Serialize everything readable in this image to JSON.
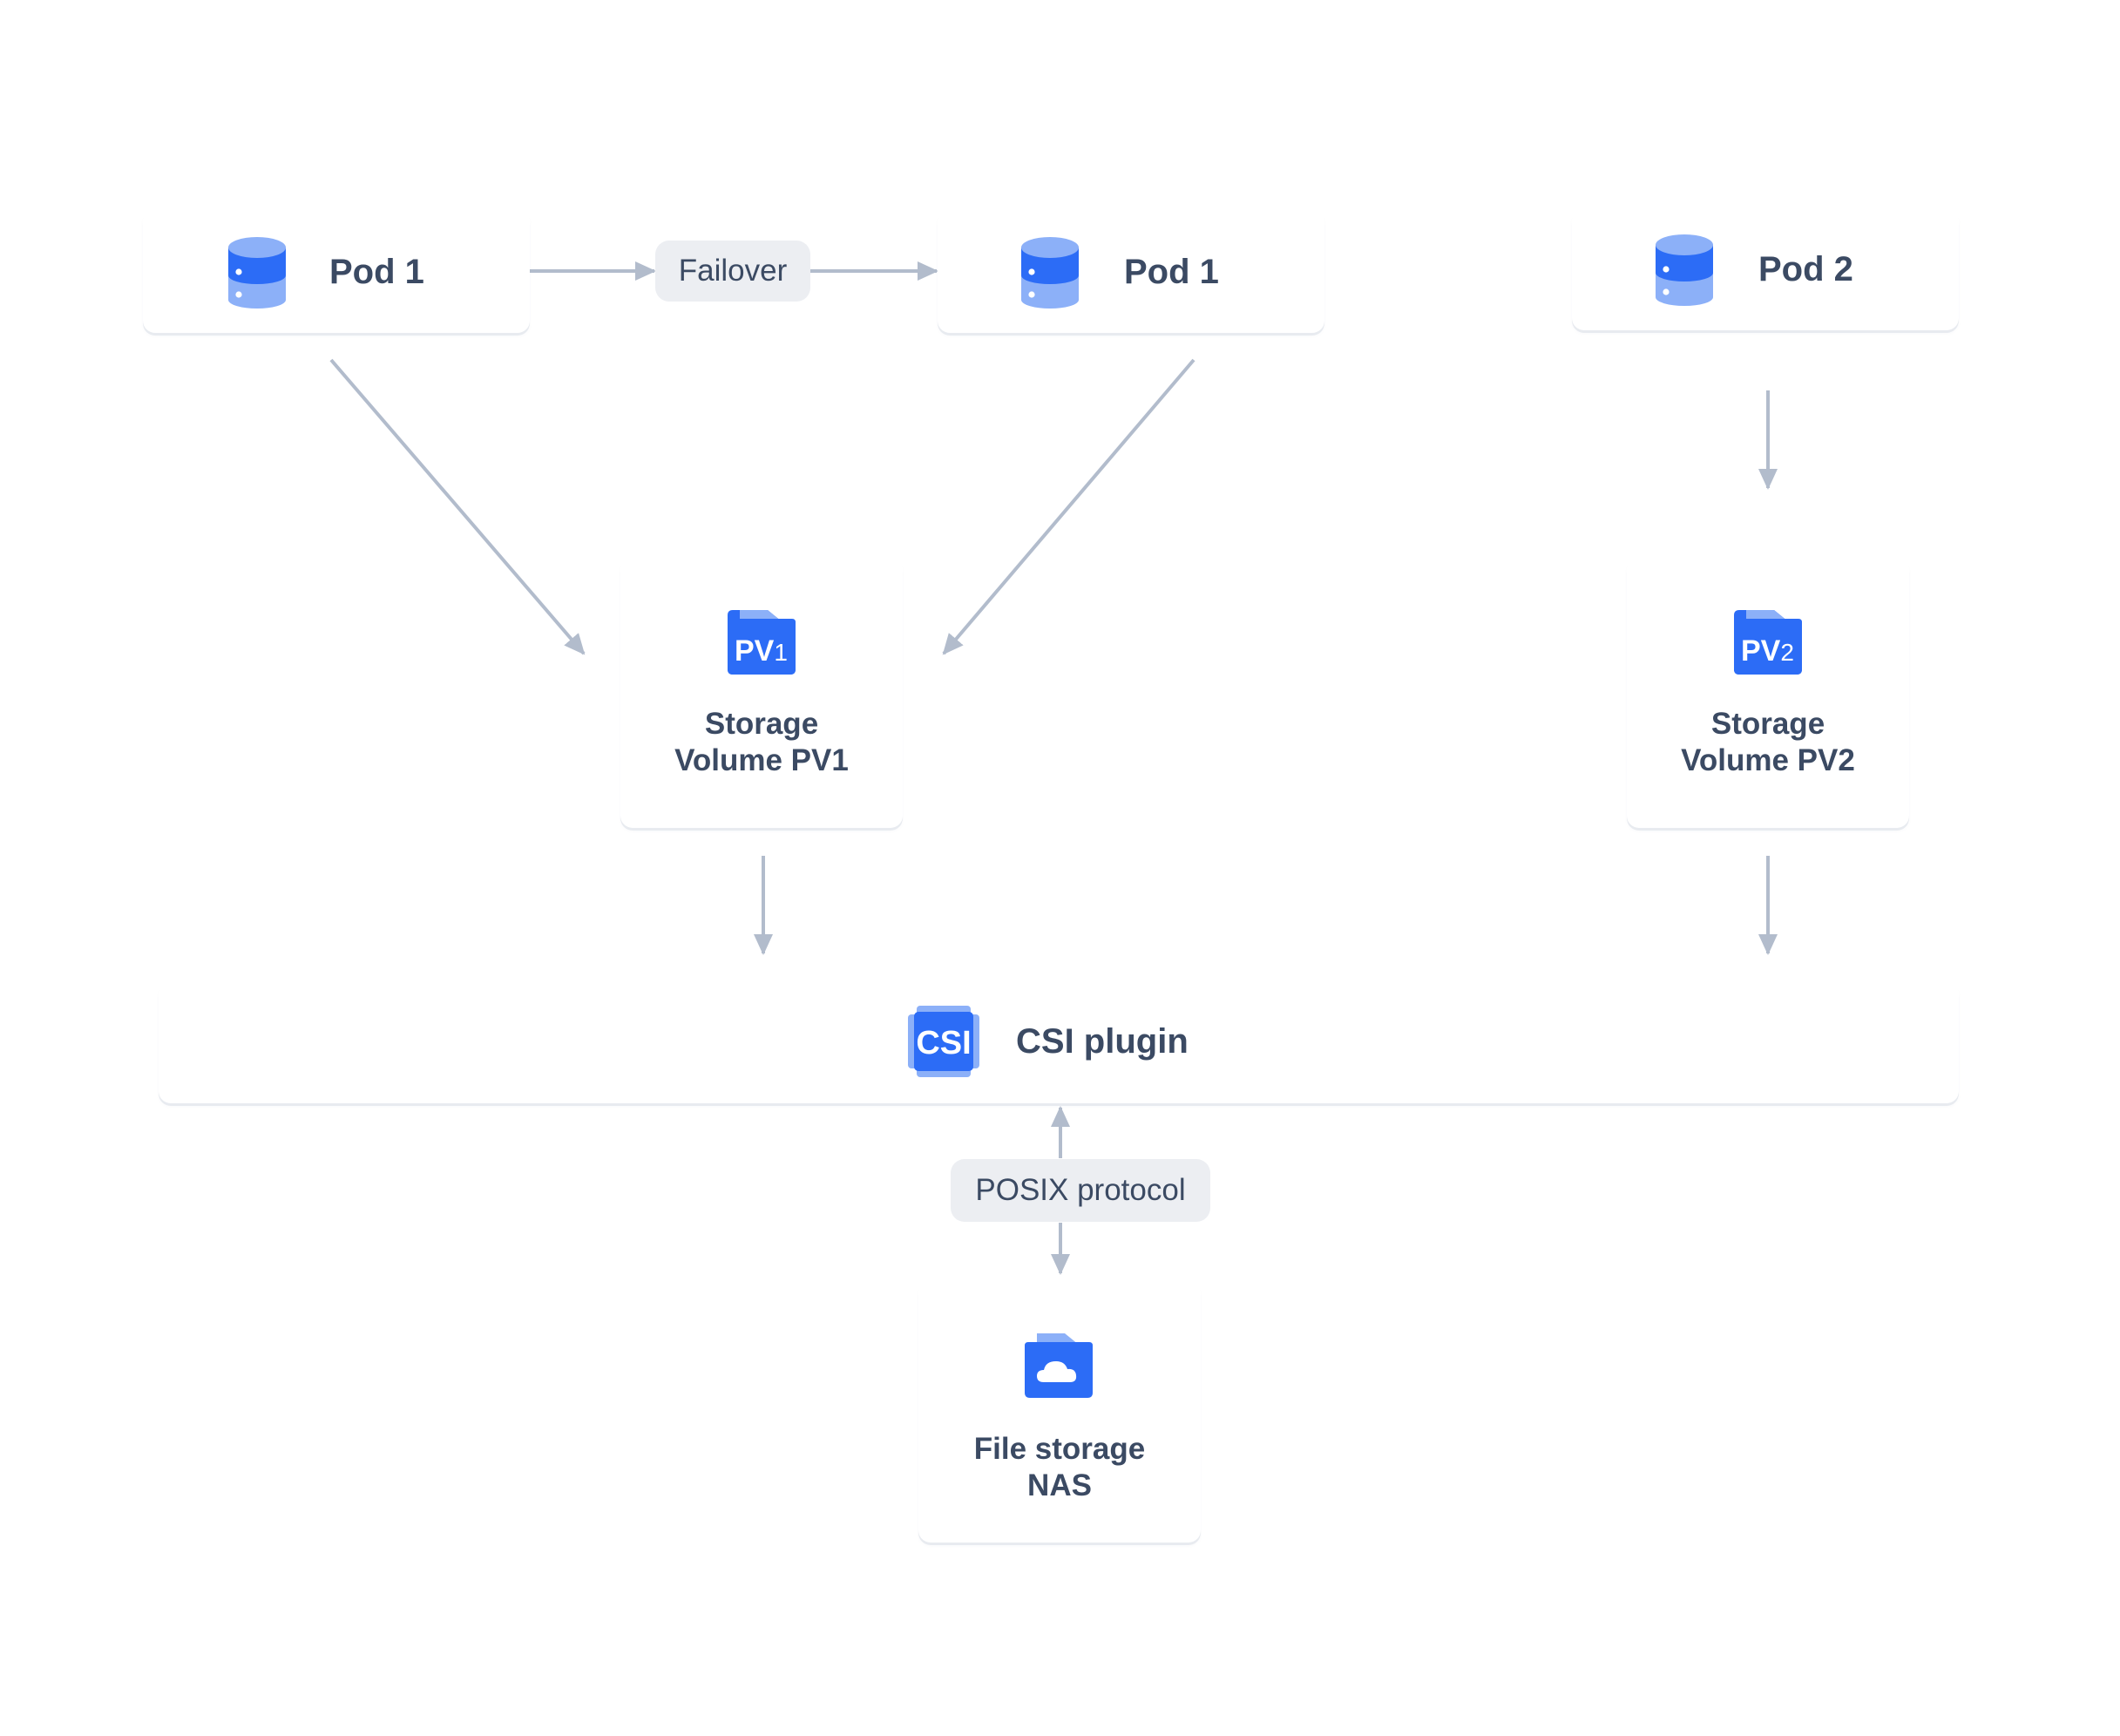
{
  "nodes": {
    "pod_1_primary": {
      "label": "Pod 1",
      "icon": "database-icon"
    },
    "pod_1_failover": {
      "label": "Pod 1",
      "icon": "database-icon"
    },
    "pod_2": {
      "label": "Pod 2",
      "icon": "database-icon"
    },
    "storage_volume_pv1": {
      "label_line1": "Storage",
      "label_line2": "Volume PV1",
      "icon": "folder-pv1-icon",
      "icon_text": "PV",
      "icon_suffix": "1"
    },
    "storage_volume_pv2": {
      "label_line1": "Storage",
      "label_line2": "Volume PV2",
      "icon": "folder-pv2-icon",
      "icon_text": "PV",
      "icon_suffix": "2"
    },
    "csi_plugin": {
      "label": "CSI plugin",
      "icon": "csi-chip-icon",
      "icon_text": "CSI"
    },
    "file_storage_nas": {
      "label_line1": "File storage",
      "label_line2": "NAS",
      "icon": "cloud-folder-icon"
    }
  },
  "edge_labels": {
    "failover": "Failover",
    "posix_protocol": "POSIX protocol"
  },
  "colors": {
    "text": "#3b4a63",
    "arrow": "#b2bccc",
    "icon_primary": "#2c6cf6",
    "icon_secondary": "#8cb0f8",
    "pill_bg": "#eceef2",
    "card_shadow": "#e8ebf0"
  }
}
